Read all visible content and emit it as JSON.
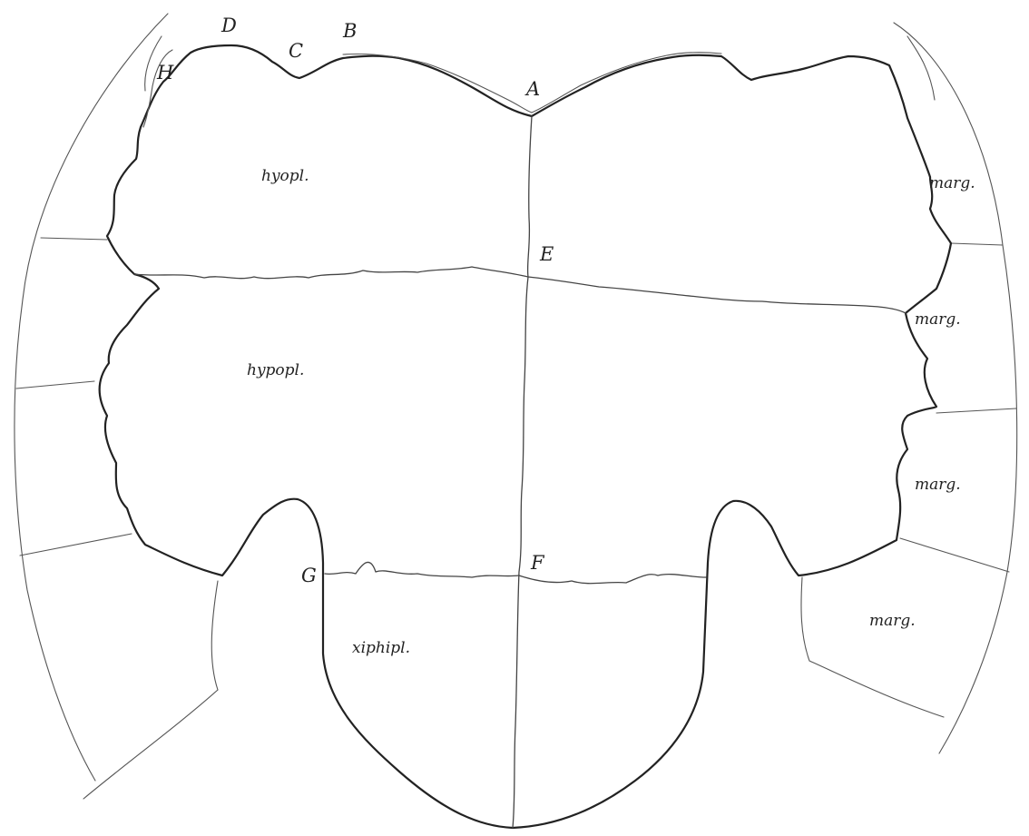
{
  "figure": {
    "labels": {
      "a": "A",
      "b": "B",
      "c": "C",
      "d": "D",
      "e": "E",
      "f": "F",
      "g": "G",
      "h": "H"
    },
    "bones": {
      "hyopl": "hyopl.",
      "hypopl": "hypopl.",
      "xiphipl": "xiphipl.",
      "marg": "marg."
    }
  }
}
